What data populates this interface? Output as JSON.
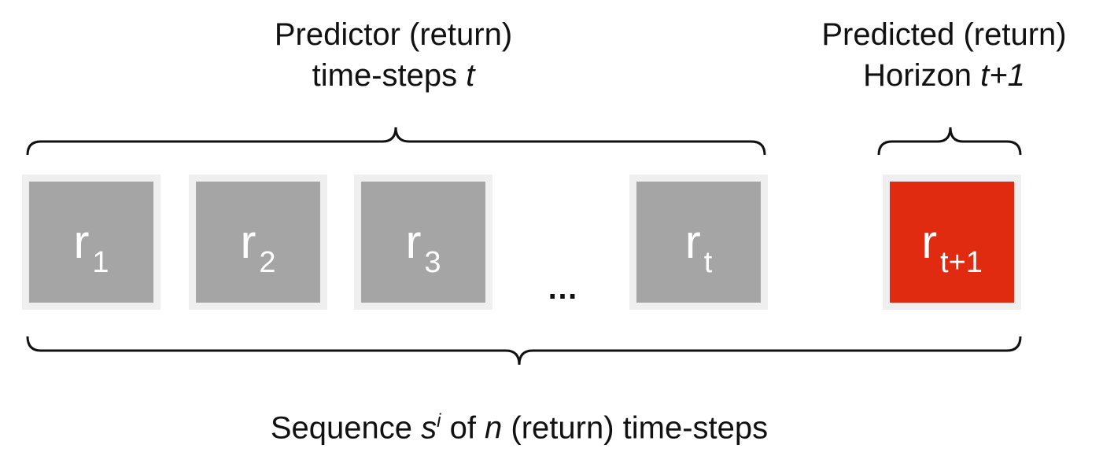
{
  "predictor_label": {
    "line1": "Predictor (return)",
    "line2_prefix": "time-steps ",
    "line2_var": "t"
  },
  "predicted_label": {
    "line1": "Predicted (return)",
    "line2_prefix": "Horizon ",
    "line2_var": "t+1"
  },
  "sequence_label": {
    "prefix": "Sequence ",
    "s": "s",
    "i": "i",
    "mid": " of ",
    "n": "n",
    "suffix": " (return) time-steps"
  },
  "boxes": [
    {
      "base": "r",
      "sub": "1"
    },
    {
      "base": "r",
      "sub": "2"
    },
    {
      "base": "r",
      "sub": "3"
    },
    {
      "base": "r",
      "sub": "t"
    },
    {
      "base": "r",
      "sub": "t+1"
    }
  ],
  "ellipsis": "…",
  "colors": {
    "gray_box": "#a5a5a5",
    "red_box": "#e02b10",
    "frame": "#efefef"
  }
}
